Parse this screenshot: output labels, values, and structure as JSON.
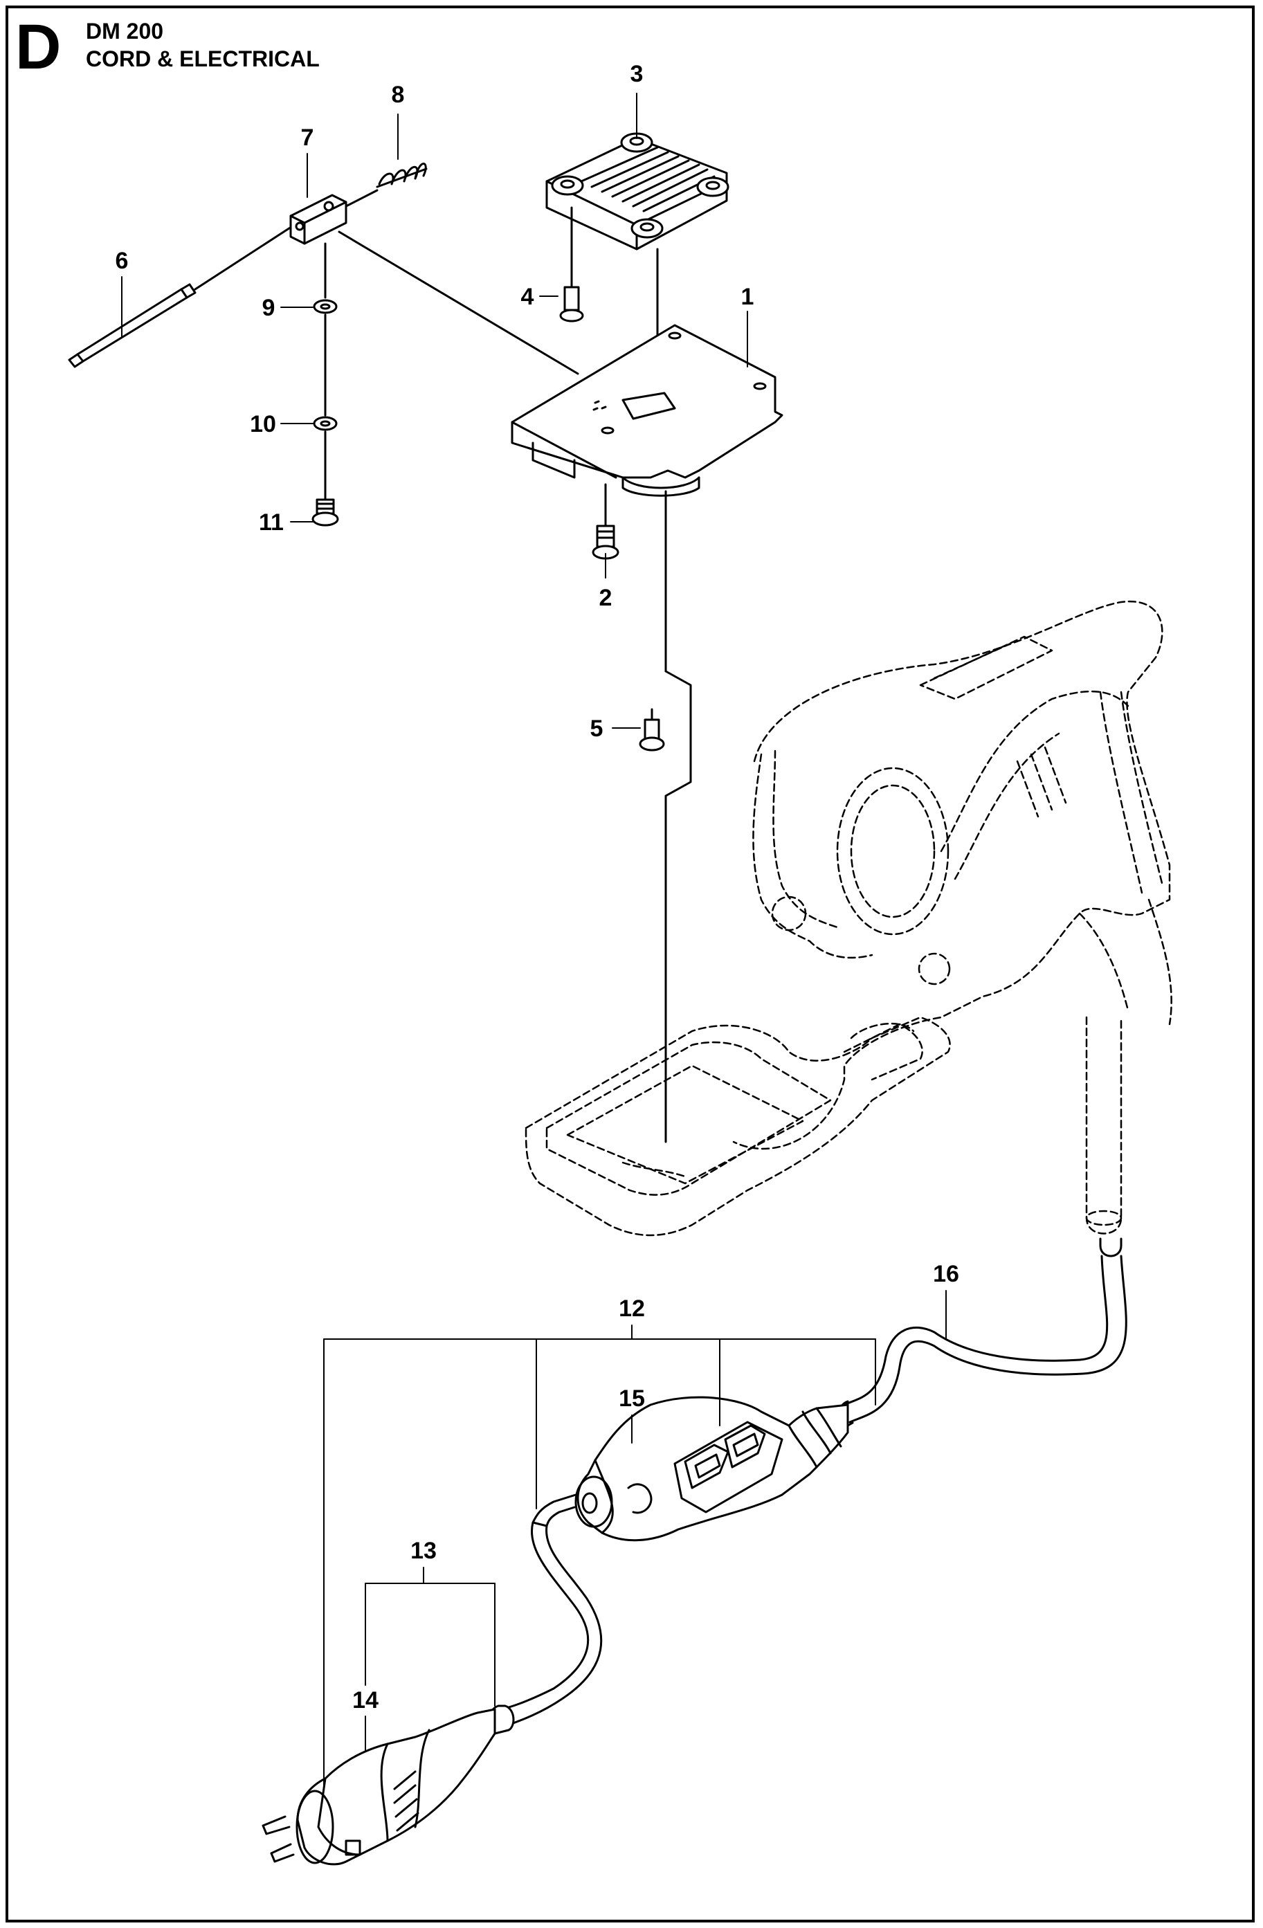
{
  "header": {
    "section_letter": "D",
    "model": "DM 200",
    "title": "CORD & ELECTRICAL"
  },
  "callouts": [
    {
      "id": "1",
      "part": "circuit-board"
    },
    {
      "id": "2",
      "part": "screw"
    },
    {
      "id": "3",
      "part": "heat-sink"
    },
    {
      "id": "4",
      "part": "screw"
    },
    {
      "id": "5",
      "part": "screw"
    },
    {
      "id": "6",
      "part": "shaft"
    },
    {
      "id": "7",
      "part": "sensor-block"
    },
    {
      "id": "8",
      "part": "spring"
    },
    {
      "id": "9",
      "part": "washer"
    },
    {
      "id": "10",
      "part": "washer"
    },
    {
      "id": "11",
      "part": "screw"
    },
    {
      "id": "12",
      "part": "cord-assembly"
    },
    {
      "id": "13",
      "part": "plug-assembly"
    },
    {
      "id": "14",
      "part": "plug"
    },
    {
      "id": "15",
      "part": "prcd-switch"
    },
    {
      "id": "16",
      "part": "cord"
    }
  ]
}
